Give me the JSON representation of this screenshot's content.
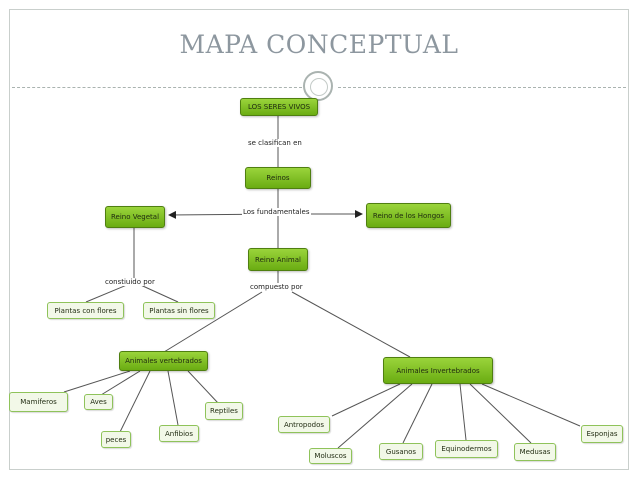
{
  "slide": {
    "title": "MAPA CONCEPTUAL"
  },
  "concept_map": {
    "nodes": {
      "root": "LOS SERES VIVOS",
      "reinos": "Reinos",
      "vegetal": "Reino Vegetal",
      "hongos": "Reino de los Hongos",
      "animal": "Reino Animal",
      "plantas_flores": "Plantas con flores",
      "plantas_sin_flores": "Plantas sin flores",
      "vertebrados": "Animales vertebrados",
      "invertebrados": "Animales Invertebrados",
      "mamiferos": "Mamiferos",
      "aves": "Aves",
      "peces": "peces",
      "anfibios": "Anfibios",
      "reptiles": "Reptiles",
      "antropodos": "Antropodos",
      "moluscos": "Moluscos",
      "gusanos": "Gusanos",
      "equinodermos": "Equinodermos",
      "medusas": "Medusas",
      "esponjas": "Esponjas"
    },
    "link_labels": {
      "clasifican": "se clasifican en",
      "fundamentales": "Los fundamentales",
      "constituido": "constiuido por",
      "compuesto": "compuesto por"
    }
  },
  "colors": {
    "main_node": "#7dbd1e",
    "leaf_border": "#8fc35a",
    "title": "#8d979f"
  }
}
